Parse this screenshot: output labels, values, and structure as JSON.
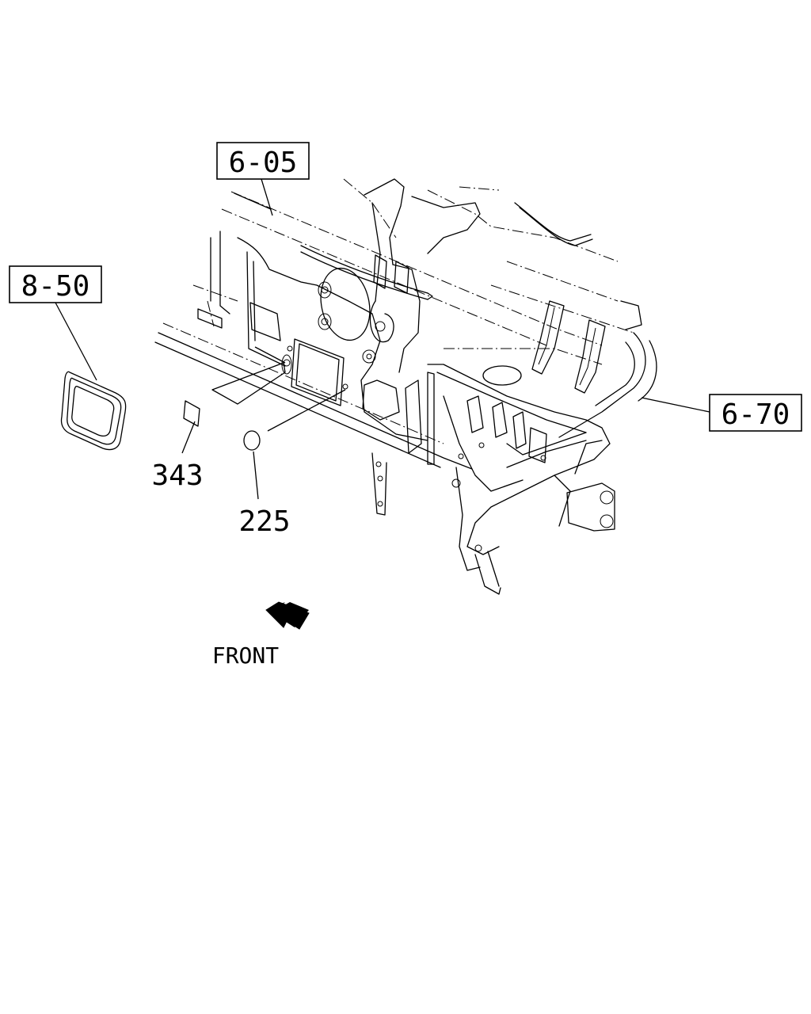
{
  "refs": {
    "ref_605": "6-05",
    "ref_850": "8-50",
    "ref_670": "6-70"
  },
  "parts": {
    "part_343": "343",
    "part_225": "225"
  },
  "direction": {
    "label": "FRONT"
  }
}
